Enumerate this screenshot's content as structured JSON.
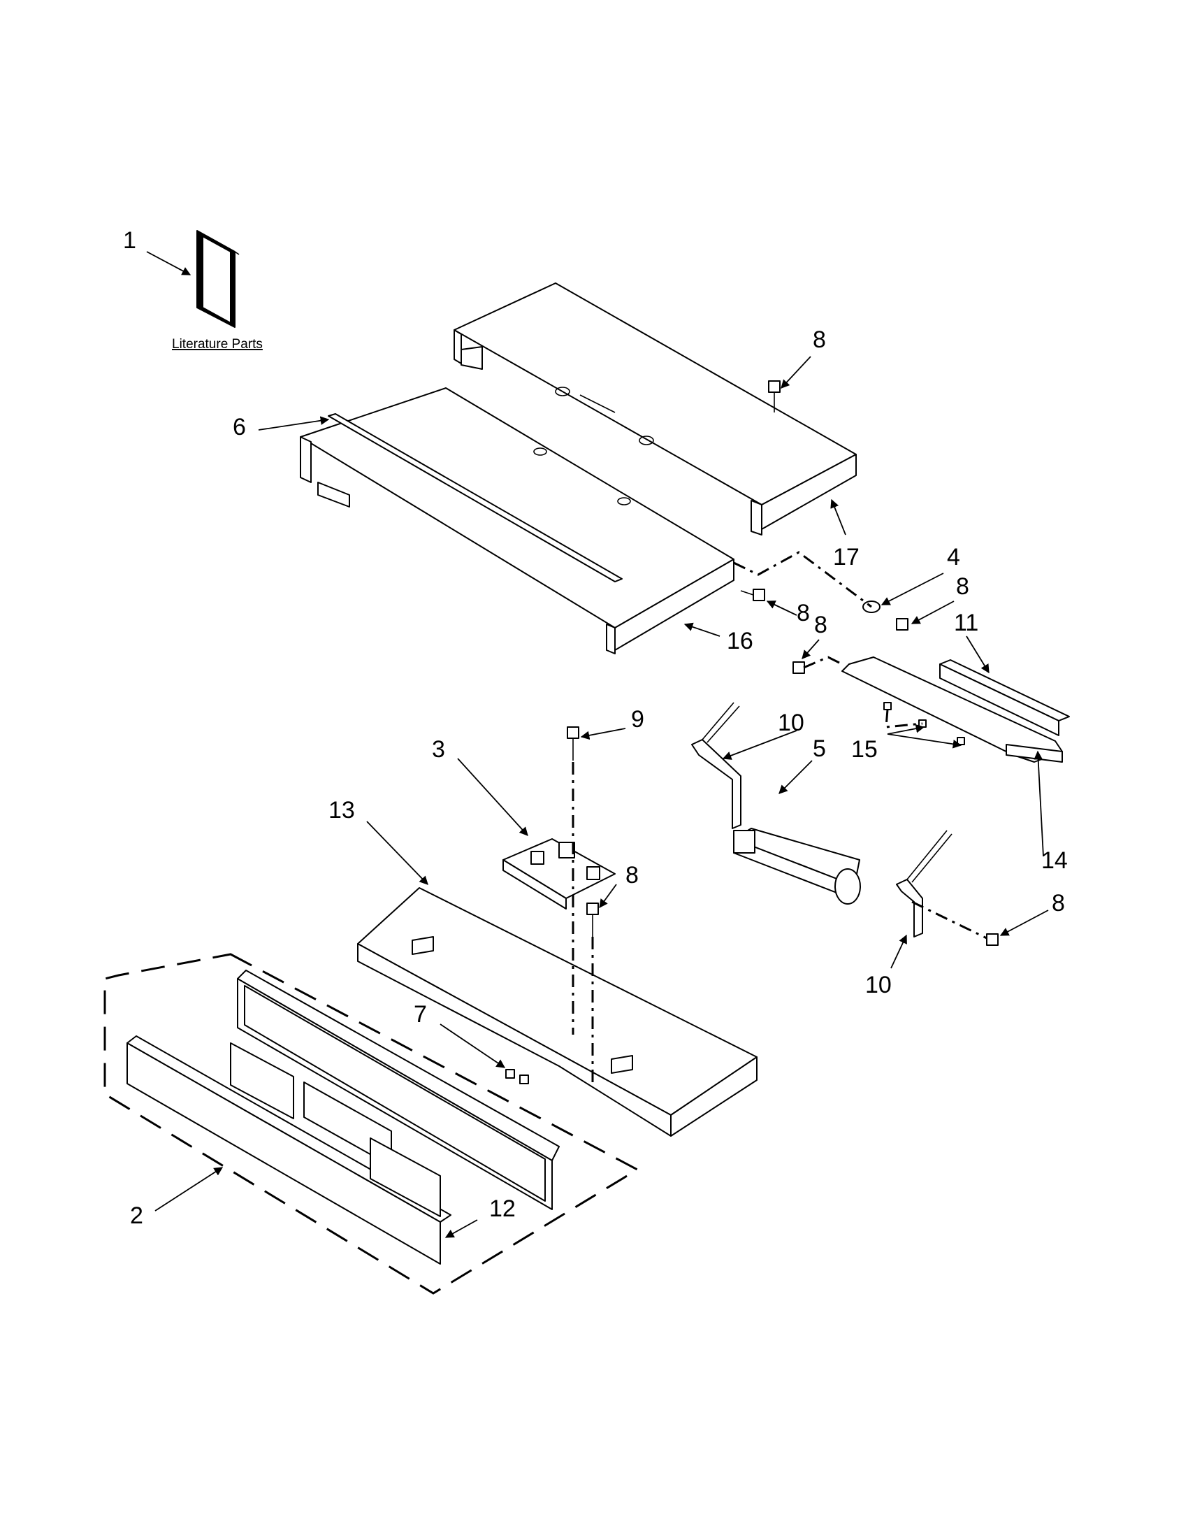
{
  "caption": "Literature Parts",
  "callouts": {
    "c1": "1",
    "c2": "2",
    "c3": "3",
    "c4": "4",
    "c5": "5",
    "c6": "6",
    "c7": "7",
    "c8a": "8",
    "c8b": "8",
    "c8c": "8",
    "c8d": "8",
    "c8e": "8",
    "c8f": "8",
    "c9": "9",
    "c10a": "10",
    "c10b": "10",
    "c11": "11",
    "c12": "12",
    "c13": "13",
    "c14": "14",
    "c15": "15",
    "c16": "16",
    "c17": "17"
  }
}
